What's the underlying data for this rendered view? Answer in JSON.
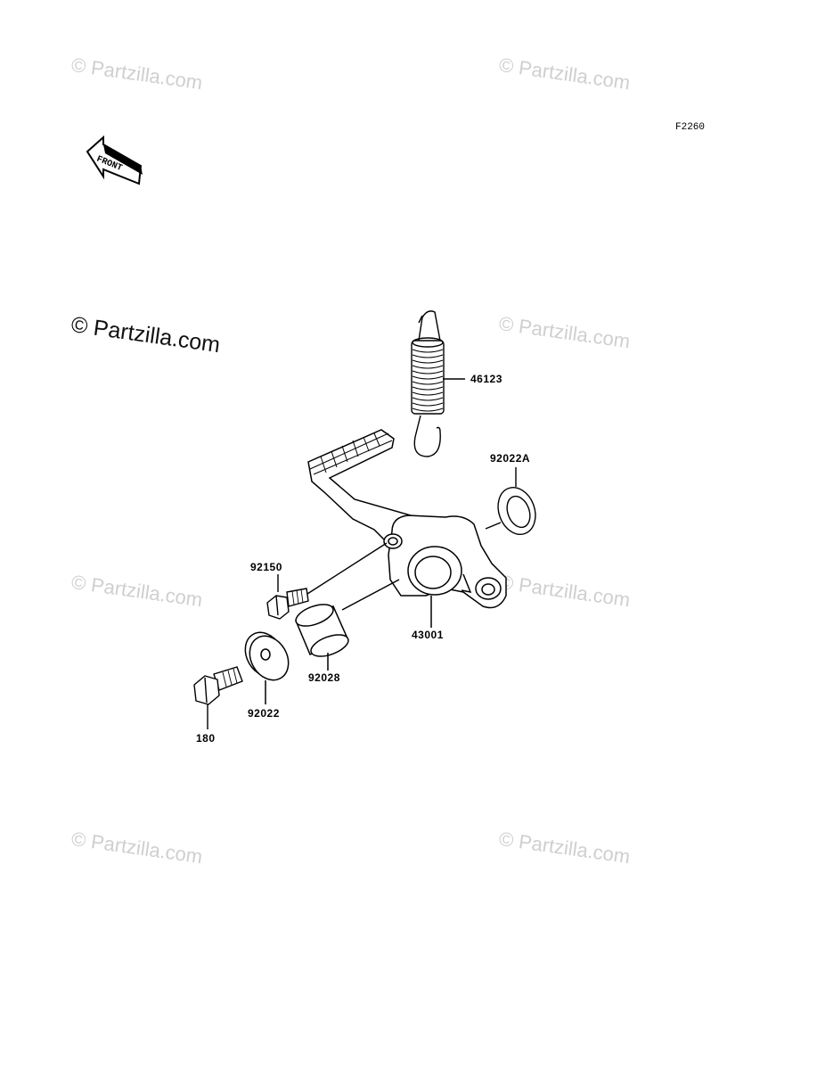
{
  "diagram_ref": "F2260",
  "front_label": "FRONT",
  "watermarks": [
    {
      "text": "© Partzilla.com"
    },
    {
      "text": "© Partzilla.com"
    },
    {
      "text": "© Partzilla.com"
    },
    {
      "text": "© Partzilla.com"
    },
    {
      "text": "© Partzilla.com"
    },
    {
      "text": "© Partzilla.com"
    },
    {
      "text": "© Partzilla.com"
    },
    {
      "text": "© Partzilla.com"
    }
  ],
  "parts": [
    {
      "number": "46123"
    },
    {
      "number": "92022A"
    },
    {
      "number": "92150"
    },
    {
      "number": "43001"
    },
    {
      "number": "92028"
    },
    {
      "number": "92022"
    },
    {
      "number": "180"
    }
  ]
}
